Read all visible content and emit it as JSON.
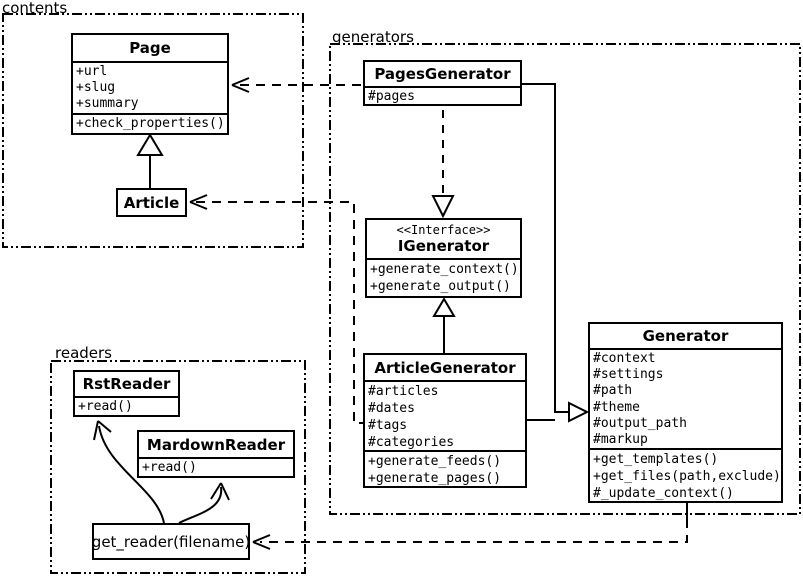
{
  "diagram_title": "UML class diagram",
  "colors": {
    "stroke": "#000000",
    "background": "#ffffff"
  },
  "packages": {
    "contents": {
      "label": "contents"
    },
    "generators": {
      "label": "generators"
    },
    "readers": {
      "label": "readers"
    }
  },
  "classes": {
    "page": {
      "title": "Page",
      "attrs": [
        "+url",
        "+slug",
        "+summary"
      ],
      "methods": [
        "+check_properties()"
      ]
    },
    "article": {
      "title": "Article"
    },
    "pages_generator": {
      "title": "PagesGenerator",
      "attrs": [
        "#pages"
      ]
    },
    "igenerator": {
      "stereotype": "<<Interface>>",
      "title": "IGenerator",
      "methods": [
        "+generate_context()",
        "+generate_output()"
      ]
    },
    "article_generator": {
      "title": "ArticleGenerator",
      "attrs": [
        "#articles",
        "#dates",
        "#tags",
        "#categories"
      ],
      "methods": [
        "+generate_feeds()",
        "+generate_pages()"
      ]
    },
    "generator": {
      "title": "Generator",
      "attrs": [
        "#context",
        "#settings",
        "#path",
        "#theme",
        "#output_path",
        "#markup"
      ],
      "methods": [
        "+get_templates()",
        "+get_files(path,exclude)",
        "#_update_context()"
      ]
    },
    "rst_reader": {
      "title": "RstReader",
      "methods": [
        "+read()"
      ]
    },
    "mardown_reader": {
      "title": "MardownReader",
      "methods": [
        "+read()"
      ]
    },
    "get_reader": {
      "label": "get_reader(filename)"
    }
  },
  "relationships": [
    {
      "from": "Article",
      "to": "Page",
      "type": "inheritance-solid-hollow-triangle"
    },
    {
      "from": "PagesGenerator",
      "to": "Page",
      "type": "dependency-dashed-open-arrow"
    },
    {
      "from": "ArticleGenerator",
      "to": "Article",
      "type": "dependency-dashed-open-arrow"
    },
    {
      "from": "PagesGenerator",
      "to": "IGenerator",
      "type": "realization-dashed-hollow-triangle"
    },
    {
      "from": "ArticleGenerator",
      "to": "IGenerator",
      "type": "inheritance-solid-hollow-triangle"
    },
    {
      "from": "PagesGenerator",
      "to": "Generator",
      "type": "inheritance-solid-hollow-triangle"
    },
    {
      "from": "ArticleGenerator",
      "to": "Generator",
      "type": "inheritance-solid-hollow-triangle"
    },
    {
      "from": "Generator",
      "to": "get_reader(filename)",
      "type": "dependency-dashed-open-arrow"
    },
    {
      "from": "get_reader(filename)",
      "to": "RstReader",
      "type": "curved-open-arrow"
    },
    {
      "from": "get_reader(filename)",
      "to": "MardownReader",
      "type": "curved-open-arrow"
    }
  ]
}
